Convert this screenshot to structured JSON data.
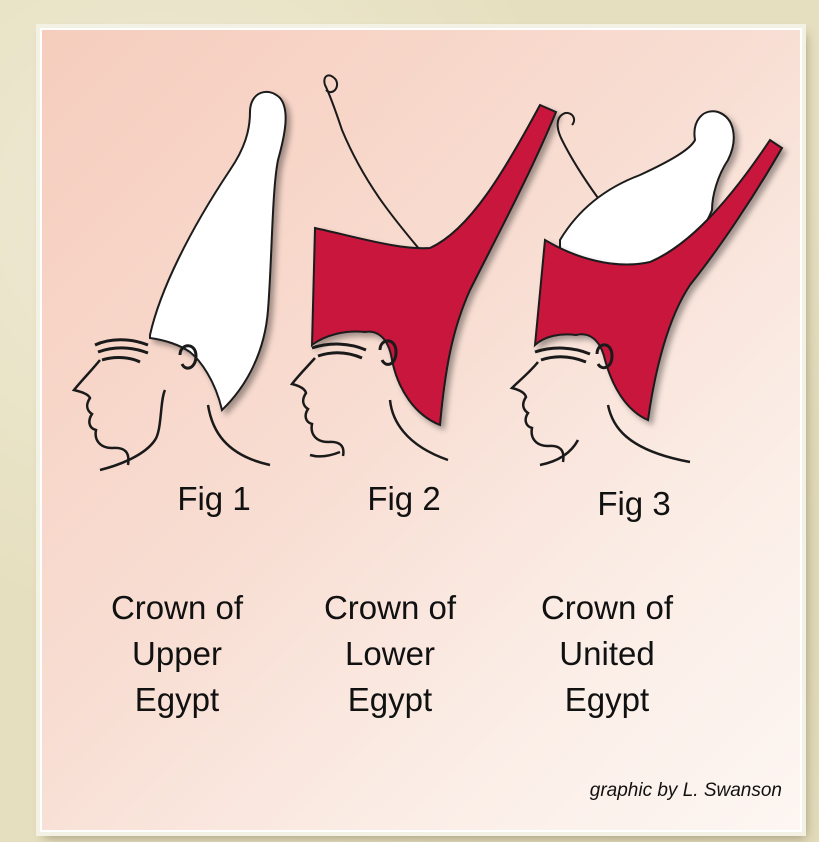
{
  "colors": {
    "red_crown": "#c8173e",
    "white_crown": "#ffffff",
    "outline": "#1a1a1a",
    "background_from": "#f6cdbd",
    "background_to": "#fdf6f2"
  },
  "figures": [
    {
      "label": "Fig 1",
      "caption": [
        "Crown of",
        "Upper",
        "Egypt"
      ],
      "icon": "white-crown-profile-icon"
    },
    {
      "label": "Fig 2",
      "caption": [
        "Crown of",
        "Lower",
        "Egypt"
      ],
      "icon": "red-crown-profile-icon"
    },
    {
      "label": "Fig 3",
      "caption": [
        "Crown of",
        "United",
        "Egypt"
      ],
      "icon": "double-crown-profile-icon"
    }
  ],
  "credit": "graphic by L. Swanson"
}
